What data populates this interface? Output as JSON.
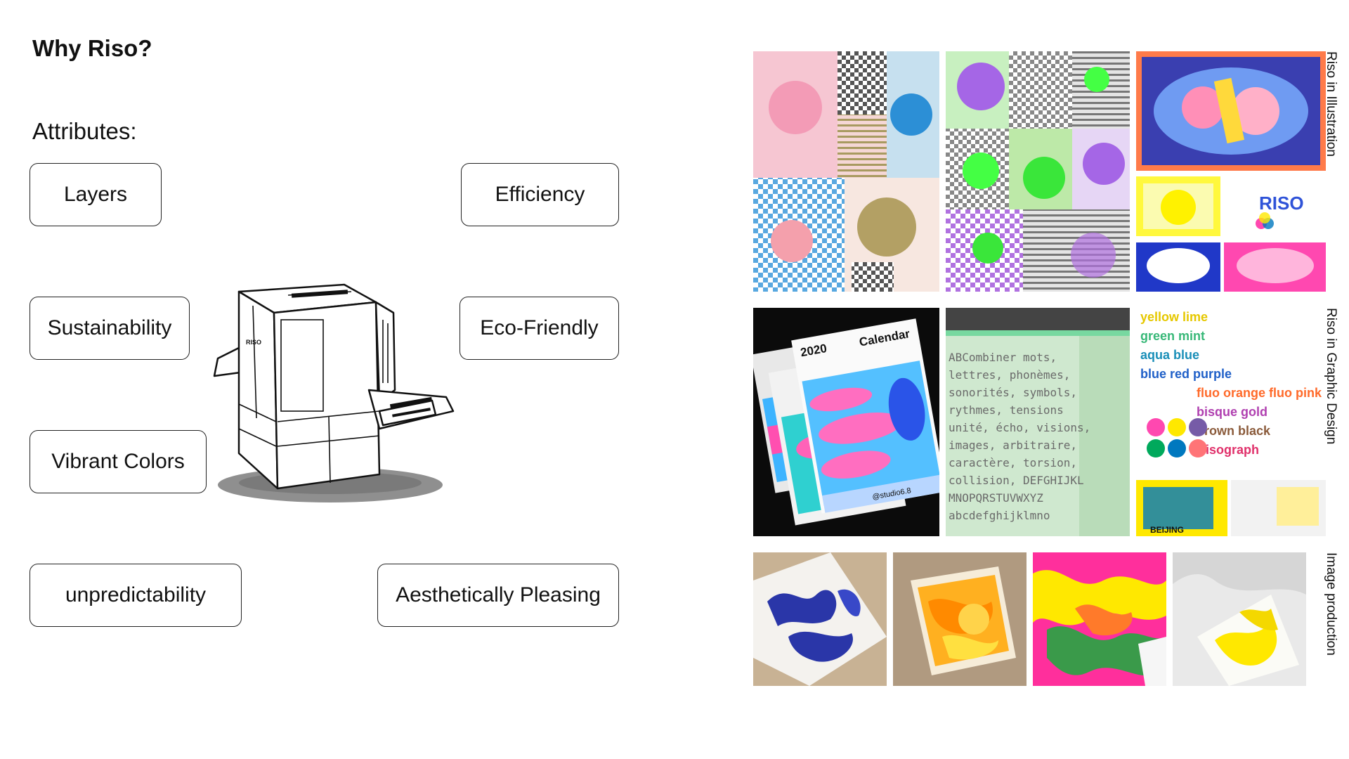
{
  "heading": "Why Riso?",
  "attributes_label": "Attributes:",
  "attributes": {
    "layers": "Layers",
    "efficiency": "Efficiency",
    "sustainability": "Sustainability",
    "eco_friendly": "Eco-Friendly",
    "vibrant_colors": "Vibrant Colors",
    "unpredictability": "unpredictability",
    "aesthetically_pleasing": "Aesthetically Pleasing"
  },
  "printer_brand": "RISO",
  "sections": {
    "illustration": "Riso in Illustration",
    "graphic_design": "Riso in Graphic Design",
    "image_production": "Image production"
  },
  "gallery": {
    "calendar_year": "2020",
    "calendar_word": "Calendar",
    "calendar_handle": "@studio6.8",
    "type_specimen_lines": [
      "ABCombiner mots,",
      "lettres, phonèmes,",
      "sonorités, symbols,",
      "rythmes, tensions",
      "unité, écho, visions,",
      "images, arbitraire,",
      "caractère, torsion,",
      "collision, DEFGHIJKL",
      "MNOPQRSTUVWXYZ",
      "abcdefghijklmno"
    ],
    "color_words": [
      "yellow lime",
      "green mint",
      "aqua blue",
      "blue  red  purple",
      "fluo orange  fluo pink",
      "bisque  gold",
      "brown  black",
      "Risograph"
    ],
    "riso_logo": "RISO",
    "city": "BEIJING"
  },
  "colors": {
    "riso_pink": "#ff48b0",
    "riso_blue": "#0078bf",
    "riso_green": "#00a95c",
    "riso_yellow": "#ffe800",
    "riso_purple": "#765ba7",
    "fluo_orange": "#ff7477",
    "royal_blue": "#3a3fb0"
  }
}
